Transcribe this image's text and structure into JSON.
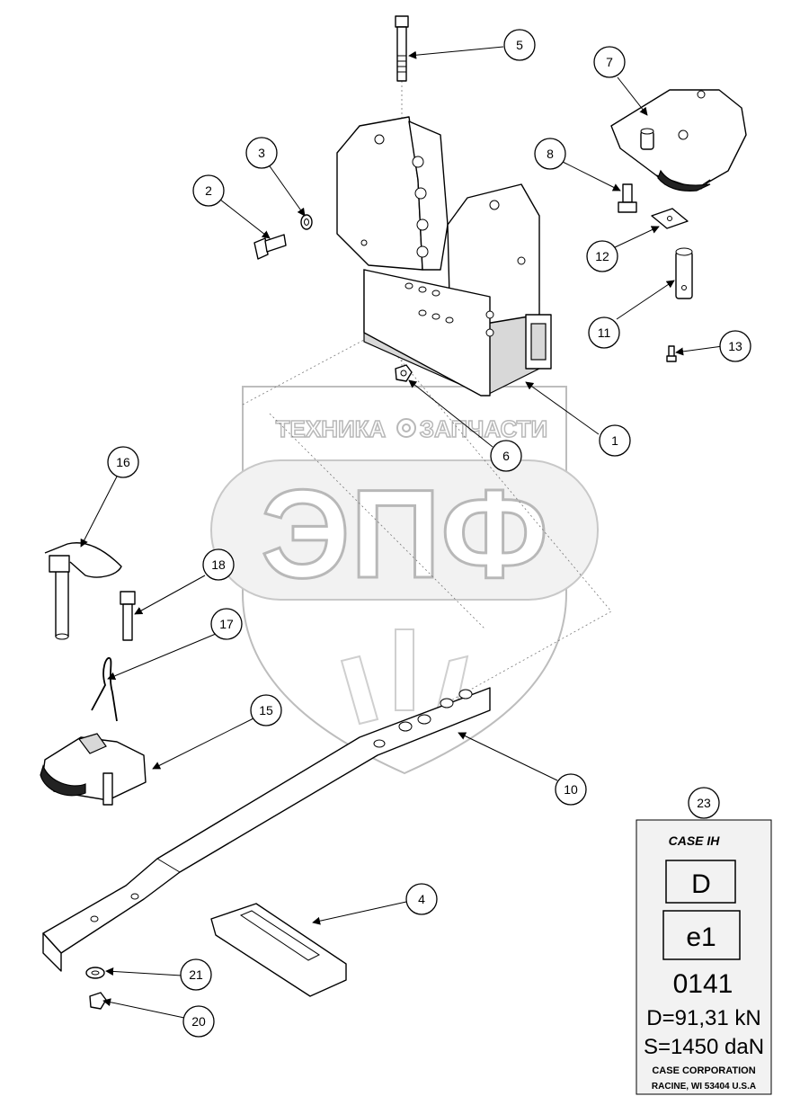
{
  "watermark": {
    "top_text_left": "ТЕХНИКА",
    "top_text_right": "ЗАПЧАСТИ",
    "big_text": "ЭПФ",
    "colors": {
      "outline": "#bdbdbd",
      "fill": "#f2f2f2"
    }
  },
  "callouts": [
    {
      "id": "c1",
      "label": "1"
    },
    {
      "id": "c2",
      "label": "2"
    },
    {
      "id": "c3",
      "label": "3"
    },
    {
      "id": "c4",
      "label": "4"
    },
    {
      "id": "c5",
      "label": "5"
    },
    {
      "id": "c6",
      "label": "6"
    },
    {
      "id": "c7",
      "label": "7"
    },
    {
      "id": "c8",
      "label": "8"
    },
    {
      "id": "c10",
      "label": "10"
    },
    {
      "id": "c11",
      "label": "11"
    },
    {
      "id": "c12",
      "label": "12"
    },
    {
      "id": "c13",
      "label": "13"
    },
    {
      "id": "c15",
      "label": "15"
    },
    {
      "id": "c16",
      "label": "16"
    },
    {
      "id": "c17",
      "label": "17"
    },
    {
      "id": "c18",
      "label": "18"
    },
    {
      "id": "c20",
      "label": "20"
    },
    {
      "id": "c21",
      "label": "21"
    },
    {
      "id": "c23",
      "label": "23"
    }
  ],
  "plate": {
    "brand": "CASE IH",
    "box1": "D",
    "box2": "e1",
    "code": "0141",
    "line_d": "D=91,31 kN",
    "line_s": "S=1450 daN",
    "company": "CASE CORPORATION",
    "address": "RACINE, WI 53404 U.S.A"
  }
}
